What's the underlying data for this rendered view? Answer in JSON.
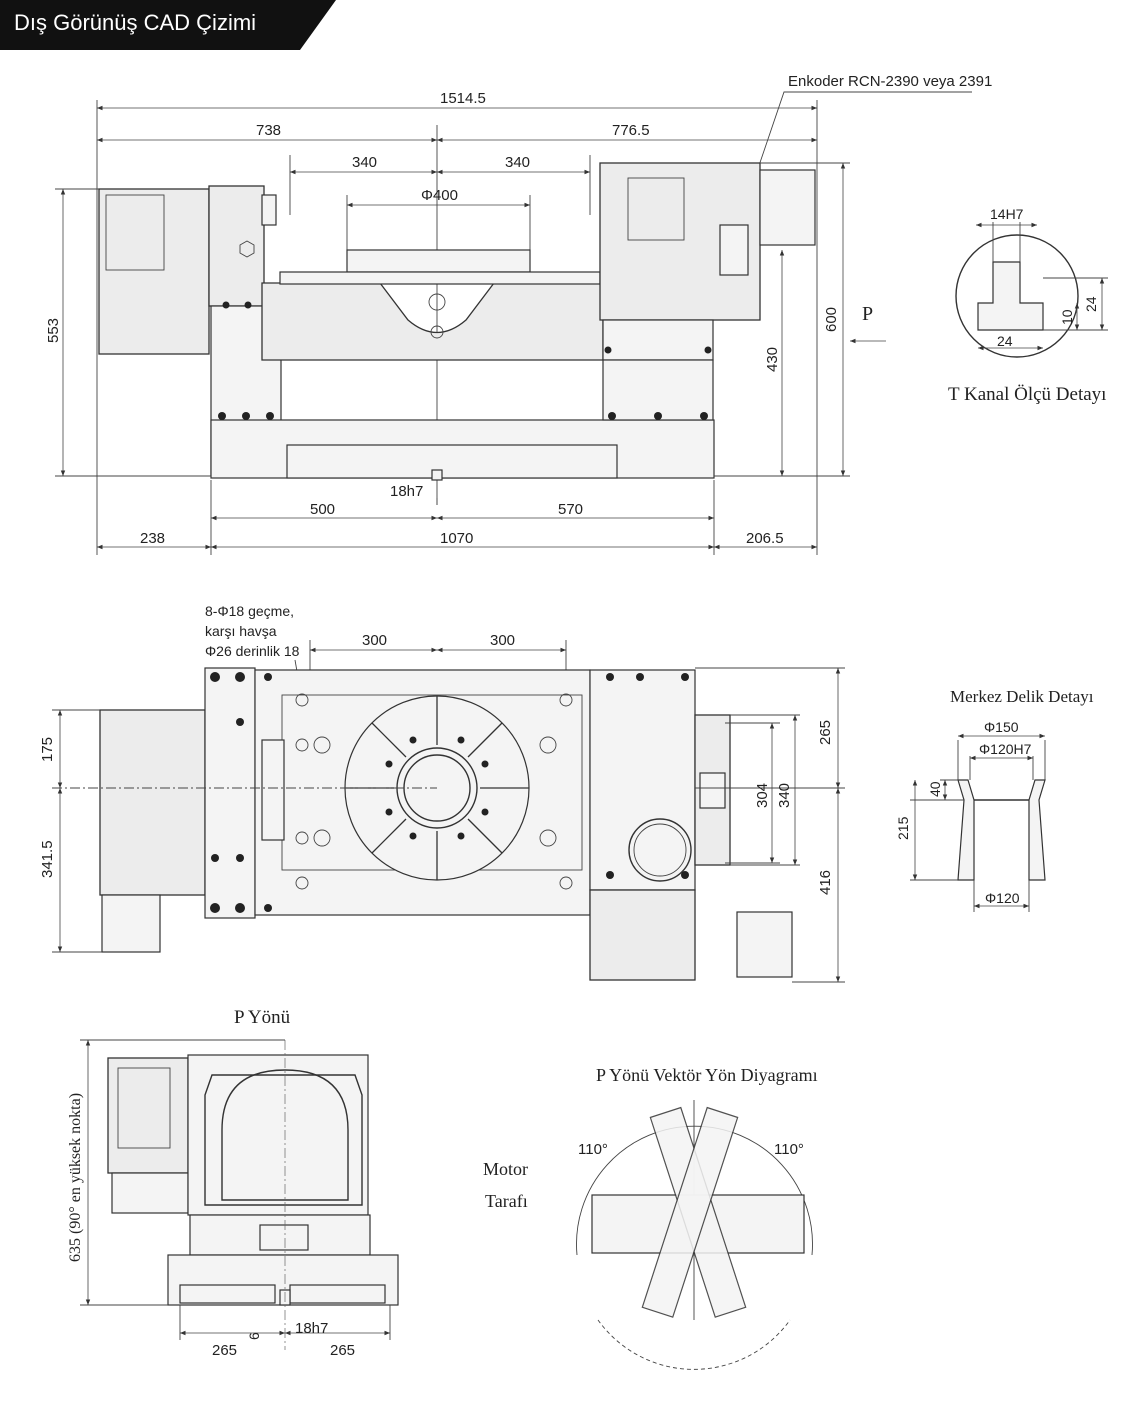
{
  "header": {
    "title": "Dış Görünüş CAD Çizimi"
  },
  "front_view": {
    "encoder_note": "Enkoder RCN-2390 veya 2391",
    "dims": {
      "total_width": "1514.5",
      "left_part": "738",
      "right_part": "776.5",
      "half_left": "340",
      "half_right": "340",
      "table_dia": "Φ400",
      "height": "553",
      "height_right": "600",
      "center_height": "430",
      "key_slot": "18h7",
      "base_left": "500",
      "base_right": "570",
      "motor_width": "238",
      "base_width": "1070",
      "right_overhang": "206.5"
    },
    "view_arrow": "P"
  },
  "t_slot_detail": {
    "title": "T Kanal Ölçü Detayı",
    "dims": {
      "slot_width": "14H7",
      "width_bottom": "24",
      "height_total": "24",
      "height_neck": "10"
    }
  },
  "top_view": {
    "hole_note_line1": "8-Φ18 geçme,",
    "hole_note_line2": "karşı havşa",
    "hole_note_line3": "Φ26 derinlik 18",
    "dims": {
      "half_left": "300",
      "half_right": "300",
      "upper_left": "175",
      "lower_left": "341.5",
      "upper_right": "265",
      "inner_304": "304",
      "inner_340": "340",
      "lower_right": "416"
    }
  },
  "center_hole_detail": {
    "title": "Merkez Delik Detayı",
    "dims": {
      "outer": "Φ150",
      "inner_fit": "Φ120H7",
      "depth_top": "40",
      "depth_total": "215",
      "bottom": "Φ120"
    }
  },
  "side_view": {
    "title": "P Yönü",
    "dims": {
      "height": "635 (90° en yüksek nokta)",
      "left": "265",
      "right": "265",
      "offset": "6",
      "key_slot": "18h7"
    }
  },
  "vector_diagram": {
    "title": "P Yönü Vektör Yön Diyagramı",
    "angle_left": "110°",
    "angle_right": "110°",
    "motor_label_line1": "Motor",
    "motor_label_line2": "Tarafı"
  }
}
